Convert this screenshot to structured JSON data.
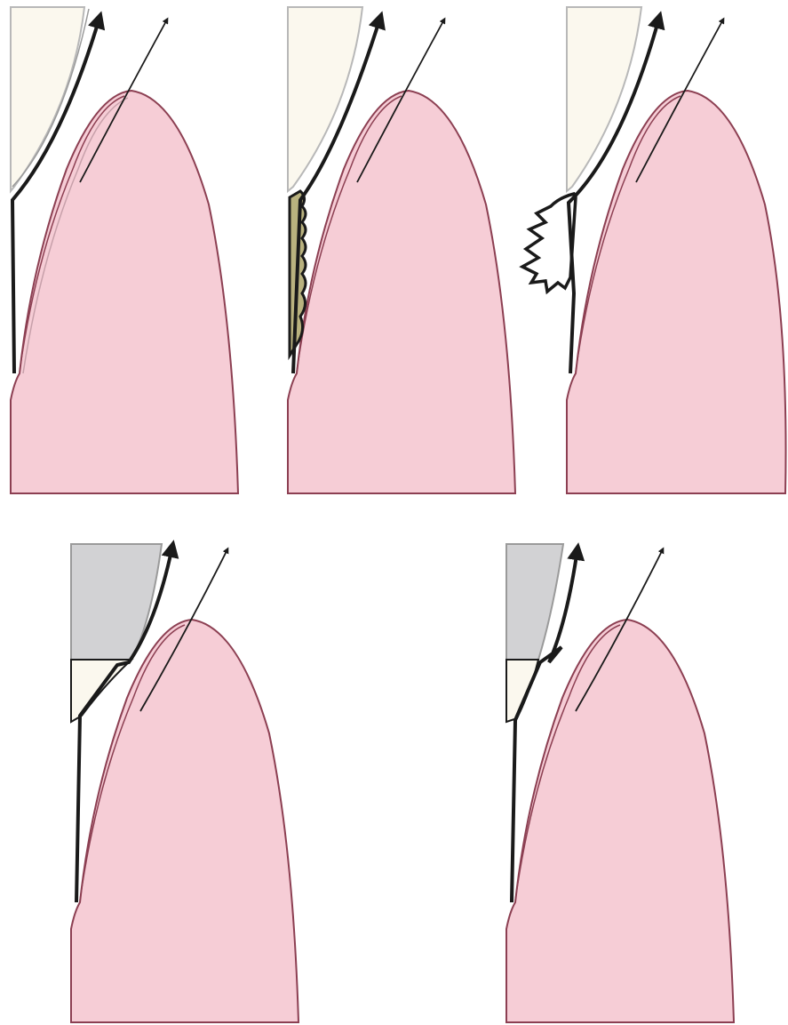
{
  "figure": {
    "panels": [
      {
        "id": "p1",
        "variant": "normal-margin"
      },
      {
        "id": "p2",
        "variant": "deposit-on-tooth"
      },
      {
        "id": "p3",
        "variant": "overhanging-irregular-margin"
      },
      {
        "id": "p4",
        "variant": "restoration-open-margin"
      },
      {
        "id": "p5",
        "variant": "restoration-step-margin"
      }
    ],
    "colors": {
      "gingiva_fill": "#f6cdd6",
      "gingiva_stroke": "#8c3f52",
      "tooth_fill": "#fbf8ee",
      "tooth_edge": "#b8b8b8",
      "restoration_fill": "#d2d2d4",
      "calculus_fill": "#b9b27f",
      "line": "#1a1a1a"
    }
  }
}
